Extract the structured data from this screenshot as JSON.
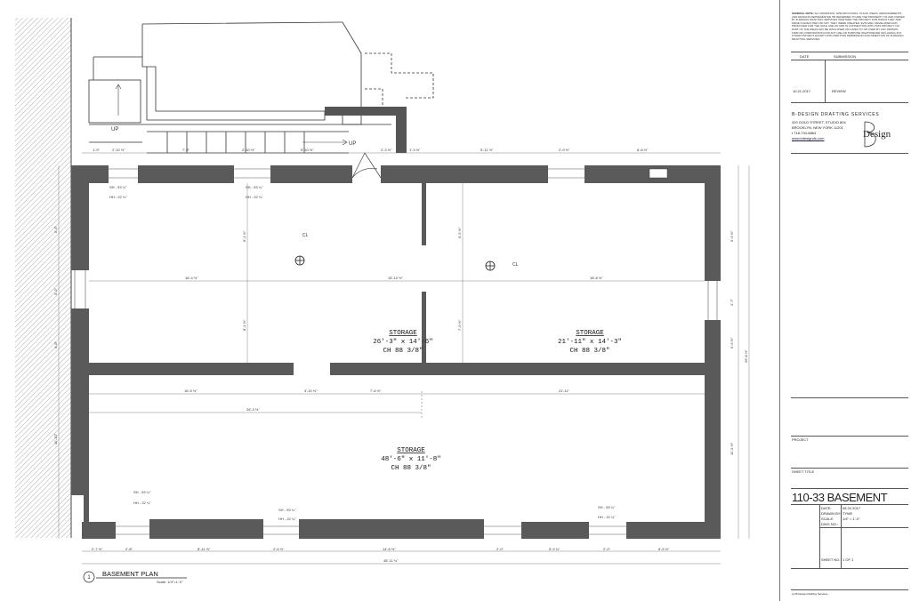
{
  "title_block": {
    "general_note_label": "GENERAL NOTE:",
    "general_note": "ALL DRAWINGS, SPECIFICATIONS, PLANS, IDEAS, ARRANGEMENTS AND DESIGNS REPRESENTED OR REFERRED TO ARE THE PROPERTY OF AND OWNED BY B-DESIGN DRAFTING SERVICES WHETHER THE PROJECT FOR WHICH THEY ARE MADE IS EXECUTED OR NOT. THEY WERE CREATED, EVOLVED, DEVELOPED AND PRODUCED FOR THE SOLE USE ON AND IN CONNECTION WITH THIS PROJECT. NO PART OF THE IDEAS MAY BE DISCLOSED OR GIVEN TO OR USED BY ANY PERSON, FIRM OR CORPORATION FOR ANY USE OR PURPOSE WHATSOEVER INCLUDING ANY OTHER PROJECT EXCEPT WITH WRITTEN PERMISSION AND DIRECTION OF B-DESIGN DRAFTING SERVICES.",
    "date_header": "DATE",
    "submission_header": "SUBMISSION",
    "date_value": "10.21.2017",
    "submission_value": "REVIEW",
    "firm_name": "B-DESIGN DRAFTING SERVICES",
    "address_line1": "320 GOLD STREET, STUDIO 804",
    "address_line2": "BROOKLYN, NEW YORK 11201",
    "phone": "t 718-734-6864",
    "website": "www.bdesignds.com",
    "logo_text": "Design",
    "project_label": "PROJECT",
    "sheet_title_label": "SHEET TITLE",
    "sheet_title": "110-33 BASEMENT",
    "date_label": "DATE:",
    "date_small": "08 24 2017",
    "drawn_by_label": "DRAWN BY:",
    "drawn_by": "TYME",
    "scale_label": "SCALE:",
    "scale_value": "1/4\" = 1'-0\"",
    "dwg_no_label": "DWG NO.:",
    "sheet_no_label": "SHEET NO.",
    "sheet_no": "1 OF 1",
    "copyright": "(c) B-Design Drafting Services"
  },
  "plan": {
    "title_number": "1",
    "title": "BASEMENT PLAN",
    "scale": "Scale: 1/4\"=1'-0\"",
    "rooms": [
      {
        "name": "STORAGE",
        "size": "26'-3\" x 14'-6\"",
        "ch": "CH 88 3/8\""
      },
      {
        "name": "STORAGE",
        "size": "21'-11\" x 14'-3\"",
        "ch": "CH 88 3/8\""
      },
      {
        "name": "STORAGE",
        "size": "48'-6\" x 11'-8\"",
        "ch": "CH 88 3/8\""
      }
    ],
    "labels": {
      "up_left": "UP",
      "up_right": "UP"
    },
    "window_notes": [
      {
        "sh": "SH - 93 ¼\"",
        "hh": "HH - 22 ¼\""
      },
      {
        "sh": "SH - 93 ¼\"",
        "hh": "HH - 22 ¼\""
      },
      {
        "sh": "SH - 93 ¼\"",
        "hh": "HH - 22 ¼\""
      },
      {
        "sh": "SH - 93 ¼\"",
        "hh": "HH - 22 ¼\""
      },
      {
        "sh": "SH - 93 ¼\"",
        "hh": "HH - 22 ¼\""
      }
    ],
    "dims_top": [
      "1'-9\"",
      "2'-10 ½\"",
      "7'-3\"",
      "2'-10 ½\"",
      "5'-10 ½\"",
      "2'-3 ½\"",
      "1'-3 ½\"",
      "5'-11 ½\"",
      "2'-9 ½\"",
      "6'-8 ½\""
    ],
    "dims_bottom": [
      "2'-7 ½\"",
      "2'-8\"",
      "8'-11 ½\"",
      "2'-6 ½\"",
      "14'-6 ½\"",
      "2'-0\"",
      "5'-9 ¾\"",
      "2'-0\"",
      "6'-5 ½\""
    ],
    "dim_bottom_total": "48'-11 ¾\"",
    "dims_interior": {
      "left_room_width": "16'-4 ½\"",
      "mid_room_width": "15'-10 ½\"",
      "right_room_width": "18'-8 ½\"",
      "lower_left": "16'-5 ½\"",
      "lower_opening": "3'-10 ½\"",
      "lower_mid": "7'-6 ½\"",
      "lower_right": "21'-11\"",
      "lower_long": "26'-3 ½\"",
      "vert_upper_left": "6'-1 ½\"",
      "vert_lower_left": "8'-1 ½\"",
      "vert_mid_upper": "6'-5 ½\"",
      "vert_mid_lower": "7'-9 ½\""
    },
    "dims_right": [
      "5'-9 ½\"",
      "2'-7\"",
      "5'-9 ½\"",
      "11'-9 ½\""
    ],
    "dim_right_total": "26'-8 ½\"",
    "dims_left": [
      "5'-5\"",
      "3'-2\"",
      "4'-8\"",
      "11'-10\""
    ],
    "ceiling_marks": [
      "CL",
      "CL"
    ]
  }
}
